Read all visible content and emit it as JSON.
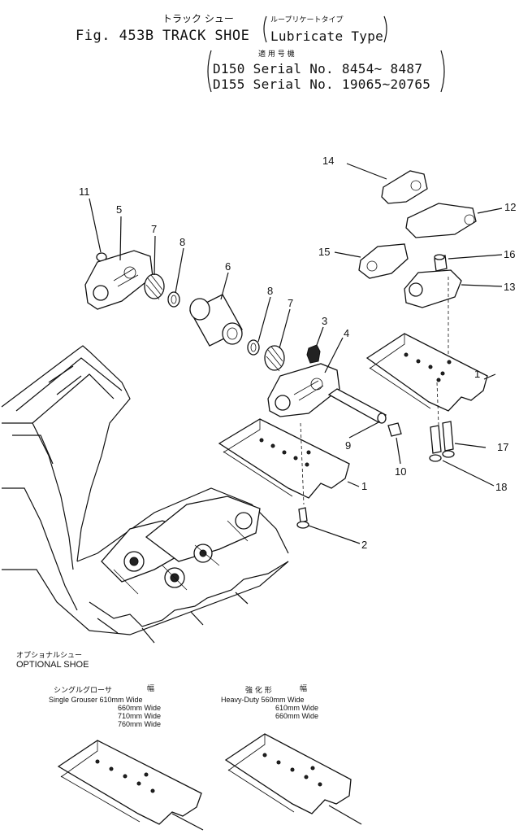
{
  "title": {
    "jp_name": "トラック シュー",
    "jp_type": "ループリケートタイプ",
    "fig": "Fig. 453B",
    "name": "TRACK SHOE",
    "type": "Lubricate   Type",
    "jp_applicable": "適 用 号 機",
    "serial1": "D150 Serial No. 8454~ 8487",
    "serial2": "D155 Serial No. 19065~20765"
  },
  "callouts": [
    "1",
    "2",
    "3",
    "4",
    "5",
    "6",
    "7",
    "8",
    "9",
    "10",
    "11",
    "12",
    "13",
    "14",
    "15",
    "16",
    "17",
    "18"
  ],
  "optional": {
    "jp": "オプショナルシュー",
    "en": "OPTIONAL SHOE",
    "single": {
      "jp": "シングルグローサ",
      "jp_width": "幅",
      "lines": [
        "Single Grouser 610mm  Wide",
        "660mm  Wide",
        "710mm  Wide",
        "760mm  Wide"
      ]
    },
    "heavy": {
      "jp": "強 化 形",
      "jp_width": "幅",
      "lines": [
        "Heavy-Duty 560mm  Wide",
        "610mm  Wide",
        "660mm  Wide"
      ]
    }
  }
}
